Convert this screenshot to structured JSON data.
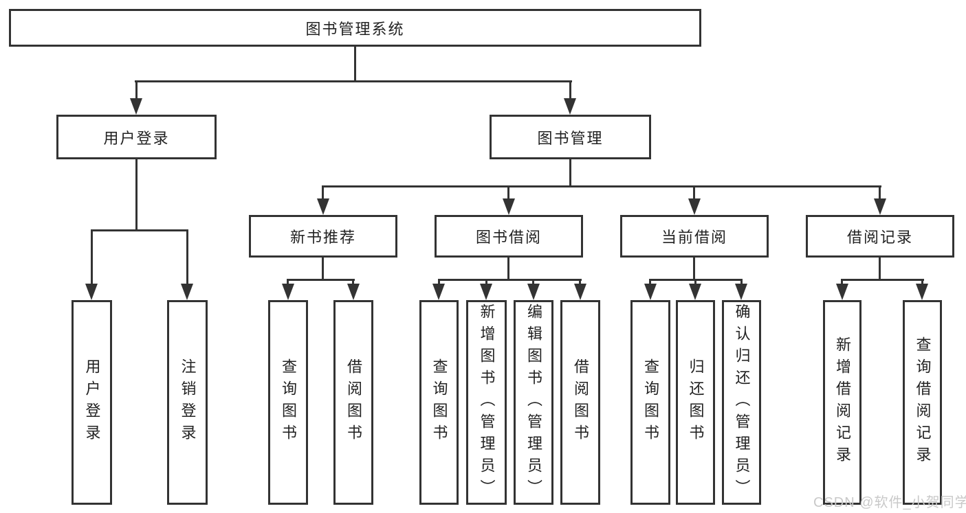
{
  "colors": {
    "line": "#333333",
    "box_border": "#333333",
    "text": "#222222",
    "watermark": "#c9c9c9",
    "background": "#ffffff"
  },
  "watermark": "CSDN @软件_小贺同学",
  "tree": {
    "root": {
      "label": "图书管理系统"
    },
    "branches": [
      {
        "label": "用户登录",
        "children": [
          {
            "label": "用户登录"
          },
          {
            "label": "注销登录"
          }
        ]
      },
      {
        "label": "图书管理",
        "children": [
          {
            "label": "新书推荐",
            "children": [
              {
                "label": "查询图书"
              },
              {
                "label": "借阅图书"
              }
            ]
          },
          {
            "label": "图书借阅",
            "children": [
              {
                "label": "查询图书"
              },
              {
                "label": "新增图书（管理员）"
              },
              {
                "label": "编辑图书（管理员）"
              },
              {
                "label": "借阅图书"
              }
            ]
          },
          {
            "label": "当前借阅",
            "children": [
              {
                "label": "查询图书"
              },
              {
                "label": "归还图书"
              },
              {
                "label": "确认归还（管理员）"
              }
            ]
          },
          {
            "label": "借阅记录",
            "children": [
              {
                "label": "新增借阅记录"
              },
              {
                "label": "查询借阅记录"
              }
            ]
          }
        ]
      }
    ]
  }
}
